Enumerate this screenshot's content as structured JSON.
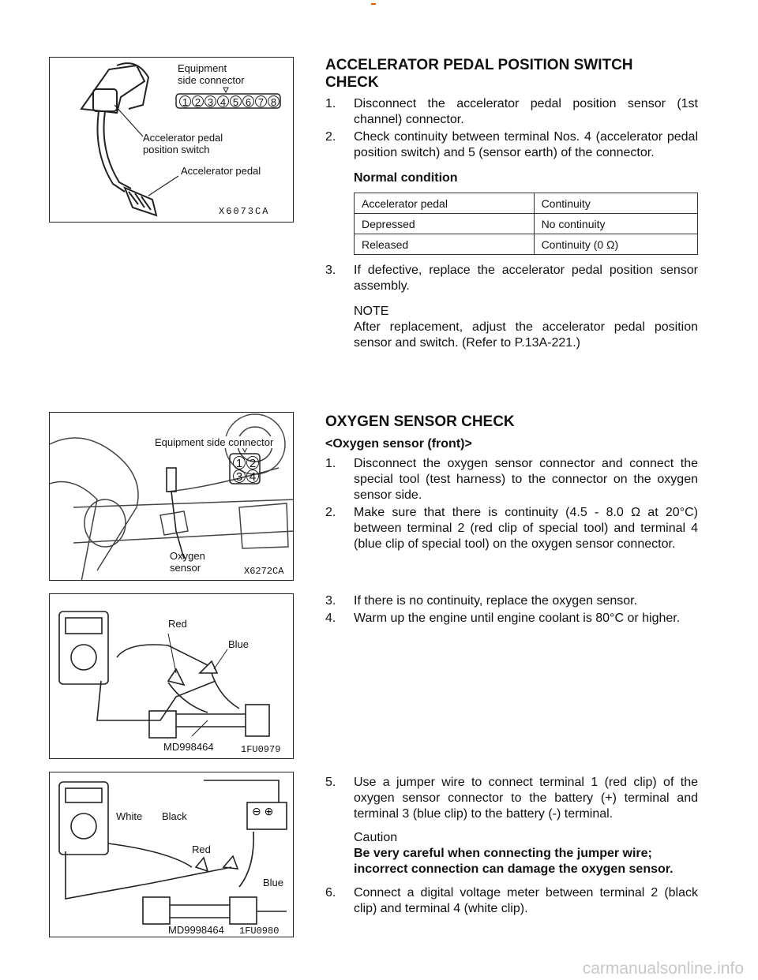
{
  "header_mark": "-",
  "fig1": {
    "label_connector": "Equipment\nside connector",
    "label_switch": "Accelerator pedal\nposition switch",
    "label_pedal": "Accelerator pedal",
    "code": "X6073CA",
    "pins": [
      "1",
      "2",
      "3",
      "4",
      "5",
      "6",
      "7",
      "8"
    ]
  },
  "fig2": {
    "label_connector": "Equipment side connector",
    "label_sensor": "Oxygen\nsensor",
    "code": "X6272CA",
    "pins": [
      "1",
      "2",
      "3",
      "4"
    ]
  },
  "fig3": {
    "label_red": "Red",
    "label_blue": "Blue",
    "label_tool": "MD998464",
    "code": "1FU0979"
  },
  "fig4": {
    "label_white": "White",
    "label_black": "Black",
    "label_red": "Red",
    "label_blue": "Blue",
    "label_tool": "MD9998464",
    "code": "1FU0980"
  },
  "section1": {
    "title_line1": "ACCELERATOR PEDAL POSITION SWITCH",
    "title_line2": "CHECK",
    "steps": [
      {
        "num": "1.",
        "text": "Disconnect the accelerator pedal position sensor (1st channel) connector."
      },
      {
        "num": "2.",
        "text": "Check continuity between terminal Nos. 4 (accelerator pedal position switch) and 5 (sensor earth) of the connector."
      }
    ],
    "normal_condition": "Normal condition",
    "table": [
      [
        "Accelerator pedal",
        "Continuity"
      ],
      [
        "Depressed",
        "No continuity"
      ],
      [
        "Released",
        "Continuity (0 Ω)"
      ]
    ],
    "step3": {
      "num": "3.",
      "text": "If defective, replace the accelerator pedal position sensor assembly."
    },
    "note_label": "NOTE",
    "note_text": "After replacement, adjust the accelerator pedal position sensor and switch. (Refer to P.13A-221.)"
  },
  "section2": {
    "title": "OXYGEN SENSOR CHECK",
    "subtitle": "<Oxygen sensor (front)>",
    "steps": [
      {
        "num": "1.",
        "text": "Disconnect the oxygen sensor connector and connect the special tool (test harness) to the connector on the oxygen sensor side."
      },
      {
        "num": "2.",
        "text": "Make sure that there is continuity (4.5 - 8.0 Ω at 20°C) between terminal 2 (red clip of special tool) and terminal 4 (blue clip of special tool) on the oxygen sensor connector."
      }
    ],
    "steps_b": [
      {
        "num": "3.",
        "text": "If there is no continuity, replace the oxygen sensor."
      },
      {
        "num": "4.",
        "text": "Warm up the engine until engine coolant is 80°C or higher."
      }
    ],
    "steps_c": [
      {
        "num": "5.",
        "text": "Use a jumper wire to connect terminal 1 (red clip) of the oxygen sensor connector to the battery (+) terminal and terminal 3 (blue clip) to the battery (-) terminal."
      }
    ],
    "caution_label": "Caution",
    "caution_text": "Be very careful when connecting the jumper wire; incorrect connection can damage the oxygen sensor.",
    "steps_d": [
      {
        "num": "6.",
        "text": "Connect a digital voltage meter between terminal 2 (black clip) and terminal 4 (white clip)."
      }
    ]
  },
  "watermark": "carmanualsonline.info"
}
